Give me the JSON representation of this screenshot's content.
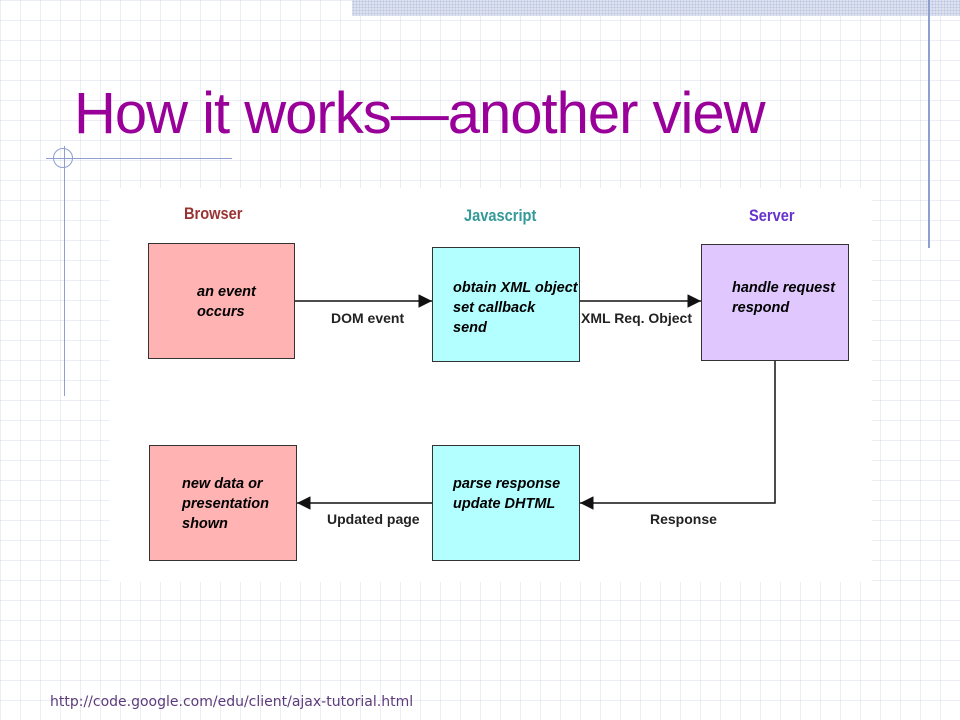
{
  "slide": {
    "title": "How it works—another view",
    "footer_url": "http://code.google.com/edu/client/ajax-tutorial.html"
  },
  "colors": {
    "title": "#990099",
    "browser_box": "#ffb3b3",
    "javascript_box": "#b3ffff",
    "server_box": "#e0c8ff",
    "browser_heading": "#993333",
    "javascript_heading": "#339999",
    "server_heading": "#6633cc"
  },
  "diagram": {
    "columns": {
      "browser": "Browser",
      "javascript": "Javascript",
      "server": "Server"
    },
    "boxes": {
      "event": [
        "an event",
        "occurs"
      ],
      "obtain": [
        "obtain XML object",
        "set callback",
        "send"
      ],
      "handle": [
        "handle request",
        "respond"
      ],
      "new_data": [
        "new data or",
        "presentation",
        "shown"
      ],
      "parse": [
        "parse response",
        "update DHTML"
      ]
    },
    "edges": {
      "dom_event": "DOM event",
      "xml_req": "XML Req. Object",
      "response": "Response",
      "updated_page": "Updated page"
    }
  }
}
